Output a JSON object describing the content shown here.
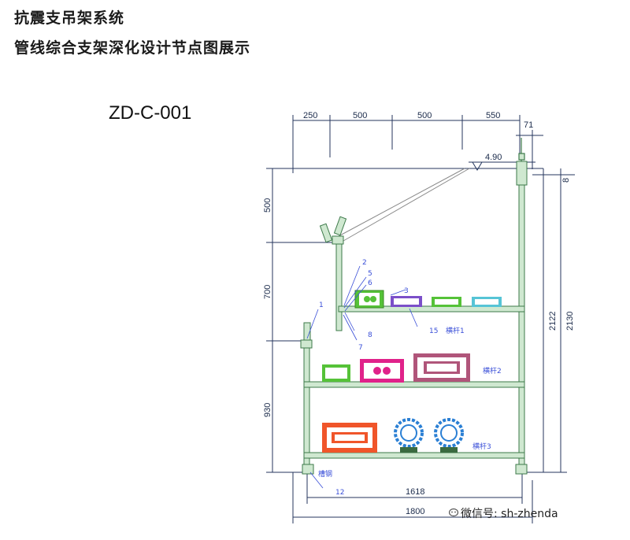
{
  "header": {
    "title_line1": "抗震支吊架系统",
    "title_line2": "管线综合支架深化设计节点图展示"
  },
  "drawing": {
    "code": "ZD-C-001",
    "top_dims": [
      "250",
      "500",
      "500",
      "550"
    ],
    "top_right_dim": "71",
    "elevation": "4.90",
    "left_dims": [
      "500",
      "700",
      "930"
    ],
    "right_dims": [
      "2122",
      "2130"
    ],
    "right_small": "8",
    "bottom_dims": [
      "1618",
      "1800"
    ],
    "callouts": [
      "1",
      "2",
      "3",
      "5",
      "6",
      "7",
      "8",
      "12",
      "15"
    ],
    "beam_labels": [
      "横杆1",
      "横杆2",
      "横杆3"
    ],
    "base_label": "槽钢"
  },
  "watermark": {
    "text": "微信号: sh-zhenda"
  },
  "colors": {
    "frame": "#3d7a4a",
    "frame_fill": "#cfe8d0",
    "dim_line": "#24365e",
    "tray_green": "#55c238",
    "tray_purple": "#7b4fc9",
    "tray_cyan": "#56c4d6",
    "tray_magenta": "#e0228a",
    "tray_mauve": "#b0557a",
    "tray_orange": "#f0552a",
    "pipe_blue": "#2a7fd4",
    "label_blue": "#3a4fd8"
  }
}
